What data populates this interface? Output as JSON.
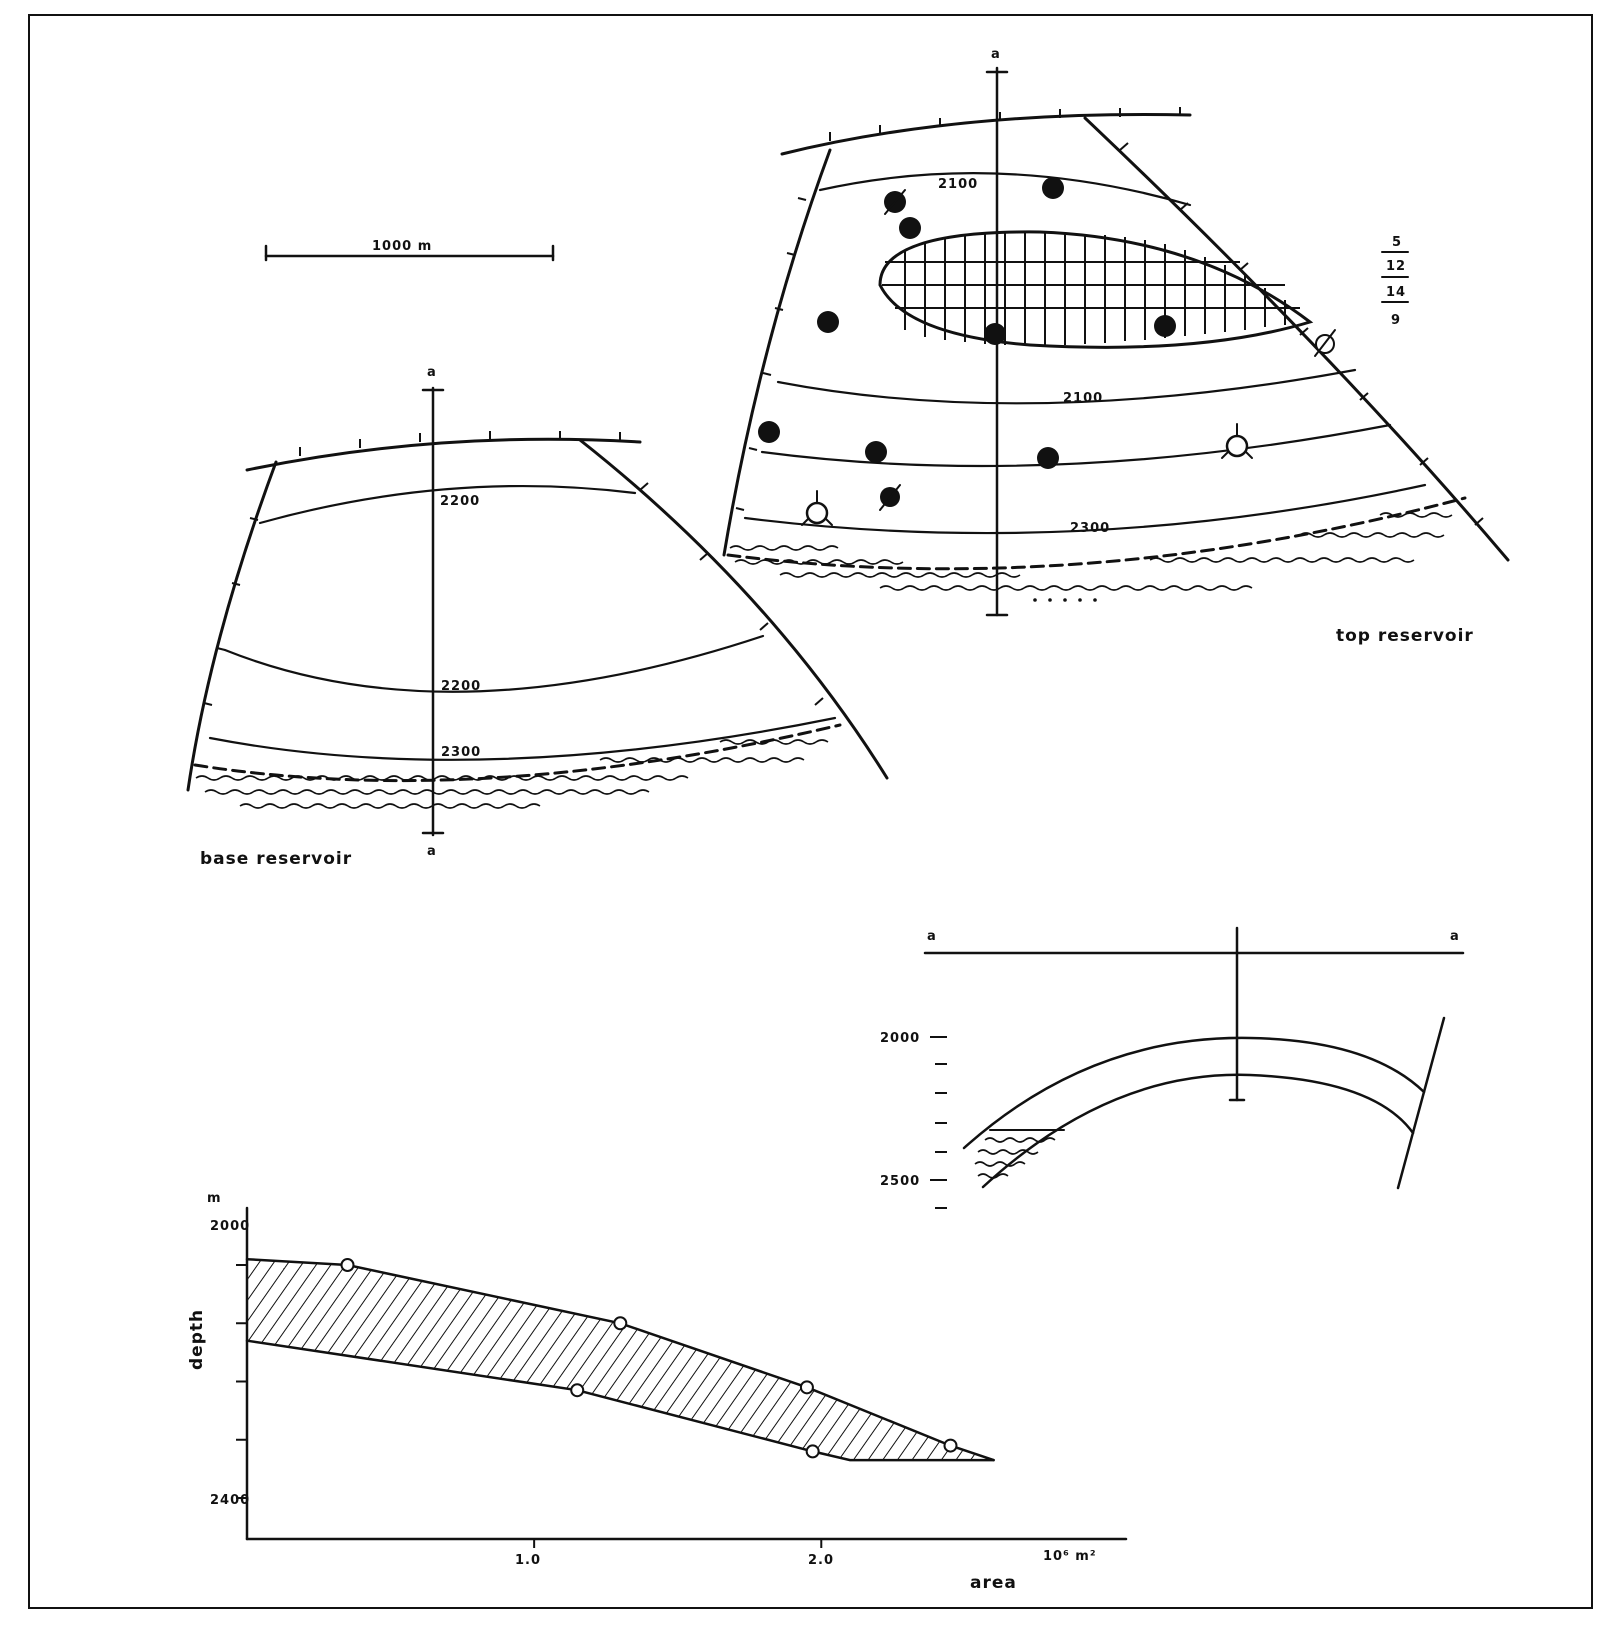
{
  "scale_bar": {
    "label": "1000 m"
  },
  "top_map": {
    "title": "top reservoir",
    "section_end_label": "a",
    "contours": [
      "2100",
      "2100",
      "2300"
    ],
    "legend_fraction": [
      "5",
      "12",
      "14",
      "9"
    ]
  },
  "base_map": {
    "title": "base reservoir",
    "section_end_top": "a",
    "section_end_bottom": "a",
    "contours": [
      "2200",
      "2200",
      "2300"
    ]
  },
  "cross_section": {
    "left_label": "a",
    "right_label": "a",
    "depth_ticks": [
      "2000",
      "2500"
    ]
  },
  "chart_data": {
    "type": "area",
    "xlabel": "area",
    "x_unit": "10⁶ m²",
    "ylabel": "depth",
    "y_unit": "m",
    "x_ticks": [
      "1.0",
      "2.0"
    ],
    "y_ticks": [
      "2000",
      "2400"
    ],
    "xlim": [
      0,
      3.0
    ],
    "ylim": [
      2000,
      2400
    ],
    "series": [
      {
        "x": [
          0.35,
          1.3,
          1.95,
          2.45,
          2.6
        ],
        "y": [
          2000,
          2100,
          2210,
          2310,
          2335
        ]
      },
      {
        "x": [
          0.0,
          1.15,
          1.97,
          2.1
        ],
        "y": [
          2130,
          2215,
          2320,
          2335
        ]
      }
    ]
  }
}
